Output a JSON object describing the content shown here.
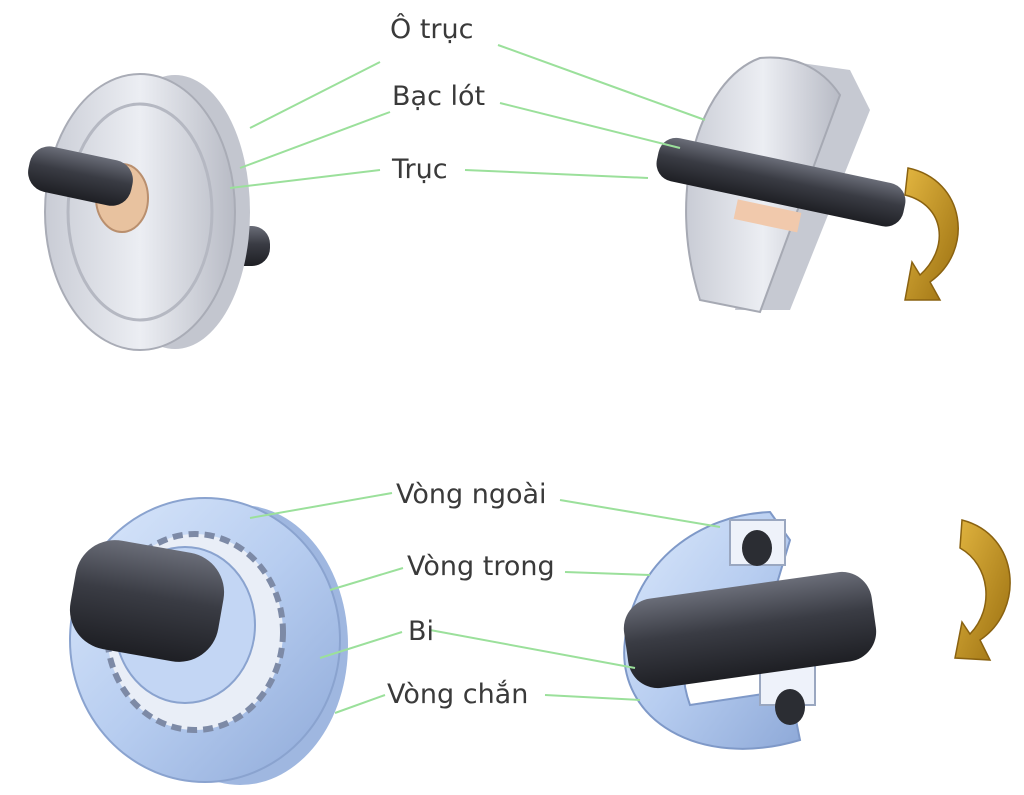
{
  "top_labels": {
    "housing": "Ô trục",
    "bushing": "Bạc lót",
    "shaft": "Trục"
  },
  "bottom_labels": {
    "outer_ring": "Vòng ngoài",
    "inner_ring": "Vòng trong",
    "ball": "Bi",
    "retainer": "Vòng chắn"
  },
  "colors": {
    "leader_line": "#9be09b",
    "rotation_arrow": "#c49a1e",
    "housing": "#d9dbe2",
    "bushing": "#f0c8a8",
    "shaft": "#3d3f47",
    "bearing_ring": "#b9cff1"
  },
  "icons": [
    "rotation-arrow-icon"
  ]
}
